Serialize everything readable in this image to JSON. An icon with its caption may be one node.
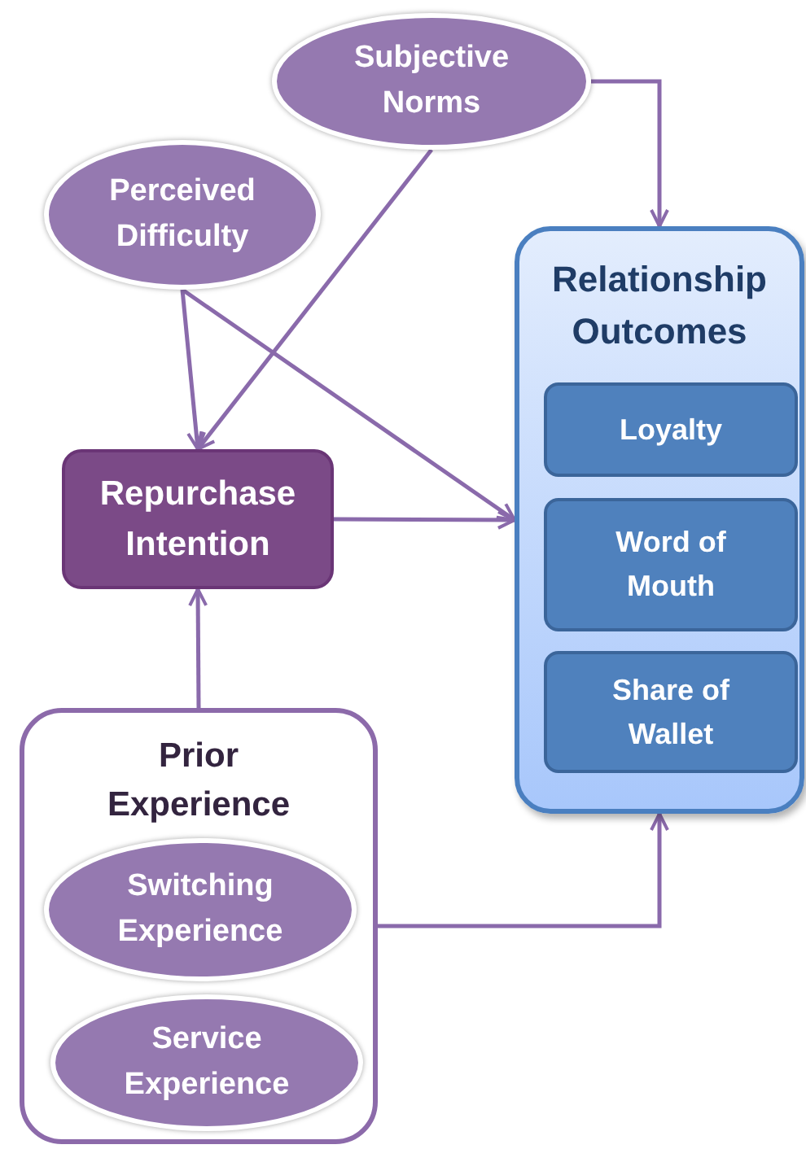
{
  "diagram": {
    "nodes": [
      {
        "text": [
          "Subjective Norms"
        ]
      },
      {
        "text": [
          "Perceived Difficulty"
        ]
      },
      {
        "text": [
          "Relationship Outcomes"
        ]
      },
      {
        "text": [
          "Loyalty"
        ],
        "in": 2
      },
      {
        "text": [
          "Word of Mouth"
        ],
        "in": 2
      },
      {
        "text": [
          "Share of Wallet"
        ],
        "in": 2
      },
      {
        "text": [
          "Repurchase Intention"
        ]
      },
      {
        "text": [
          "Prior Experience"
        ]
      },
      {
        "text": [
          "Switching Experience"
        ],
        "in": 7
      },
      {
        "text": [
          "Service Experience"
        ],
        "in": 7
      }
    ],
    "edges": [
      {
        "from": 0,
        "to": 2,
        "arrow": "to"
      },
      {
        "from": 0,
        "to": 6,
        "arrow": "to"
      },
      {
        "from": 1,
        "to": 6,
        "arrow": "to"
      },
      {
        "from": 1,
        "to": 2,
        "arrow": "to"
      },
      {
        "from": 6,
        "to": 2,
        "arrow": "to"
      },
      {
        "from": 7,
        "to": 6,
        "arrow": "to"
      },
      {
        "from": 7,
        "to": 2,
        "arrow": "to"
      }
    ]
  }
}
